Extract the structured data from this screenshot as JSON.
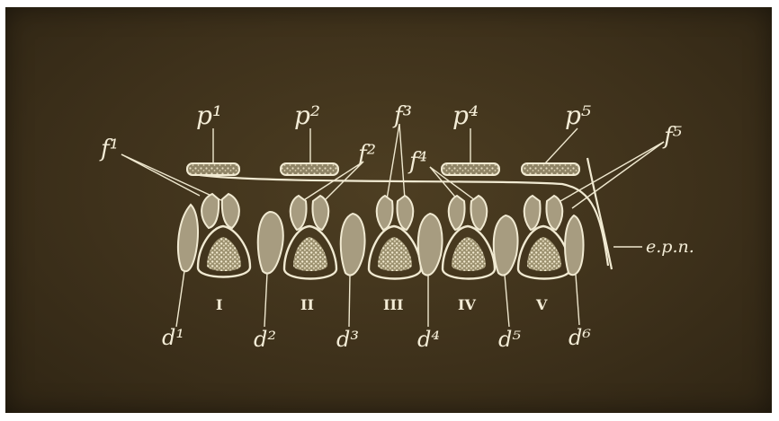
{
  "figure": {
    "segments": [
      {
        "numeral": "I",
        "p": "p¹",
        "f": "f¹",
        "d": "d¹"
      },
      {
        "numeral": "II",
        "p": "p²",
        "f": "f²",
        "d": "d²"
      },
      {
        "numeral": "III",
        "p": "",
        "f": "f³",
        "d": "d³"
      },
      {
        "numeral": "IV",
        "p": "p⁴",
        "f": "f⁴",
        "d": "d⁴"
      },
      {
        "numeral": "V",
        "p": "p⁵",
        "f": "f⁵",
        "d": "d⁵"
      }
    ],
    "extra_d": "d⁶",
    "nerve_label": "e.p.n.",
    "colors": {
      "background": "#3e311b",
      "ink": "#f1ead2",
      "stipple": "#a79c80"
    }
  }
}
